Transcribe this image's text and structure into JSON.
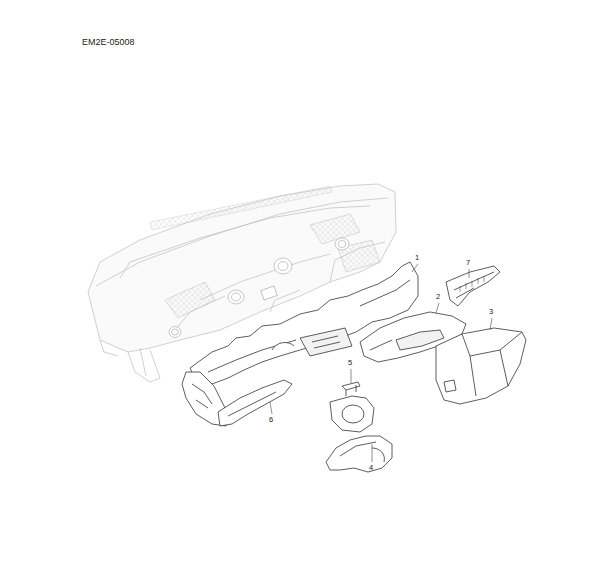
{
  "diagram": {
    "labels": [
      "EM2E-05008",
      "1",
      "2",
      "3",
      "4",
      "5",
      "6",
      "7"
    ]
  }
}
